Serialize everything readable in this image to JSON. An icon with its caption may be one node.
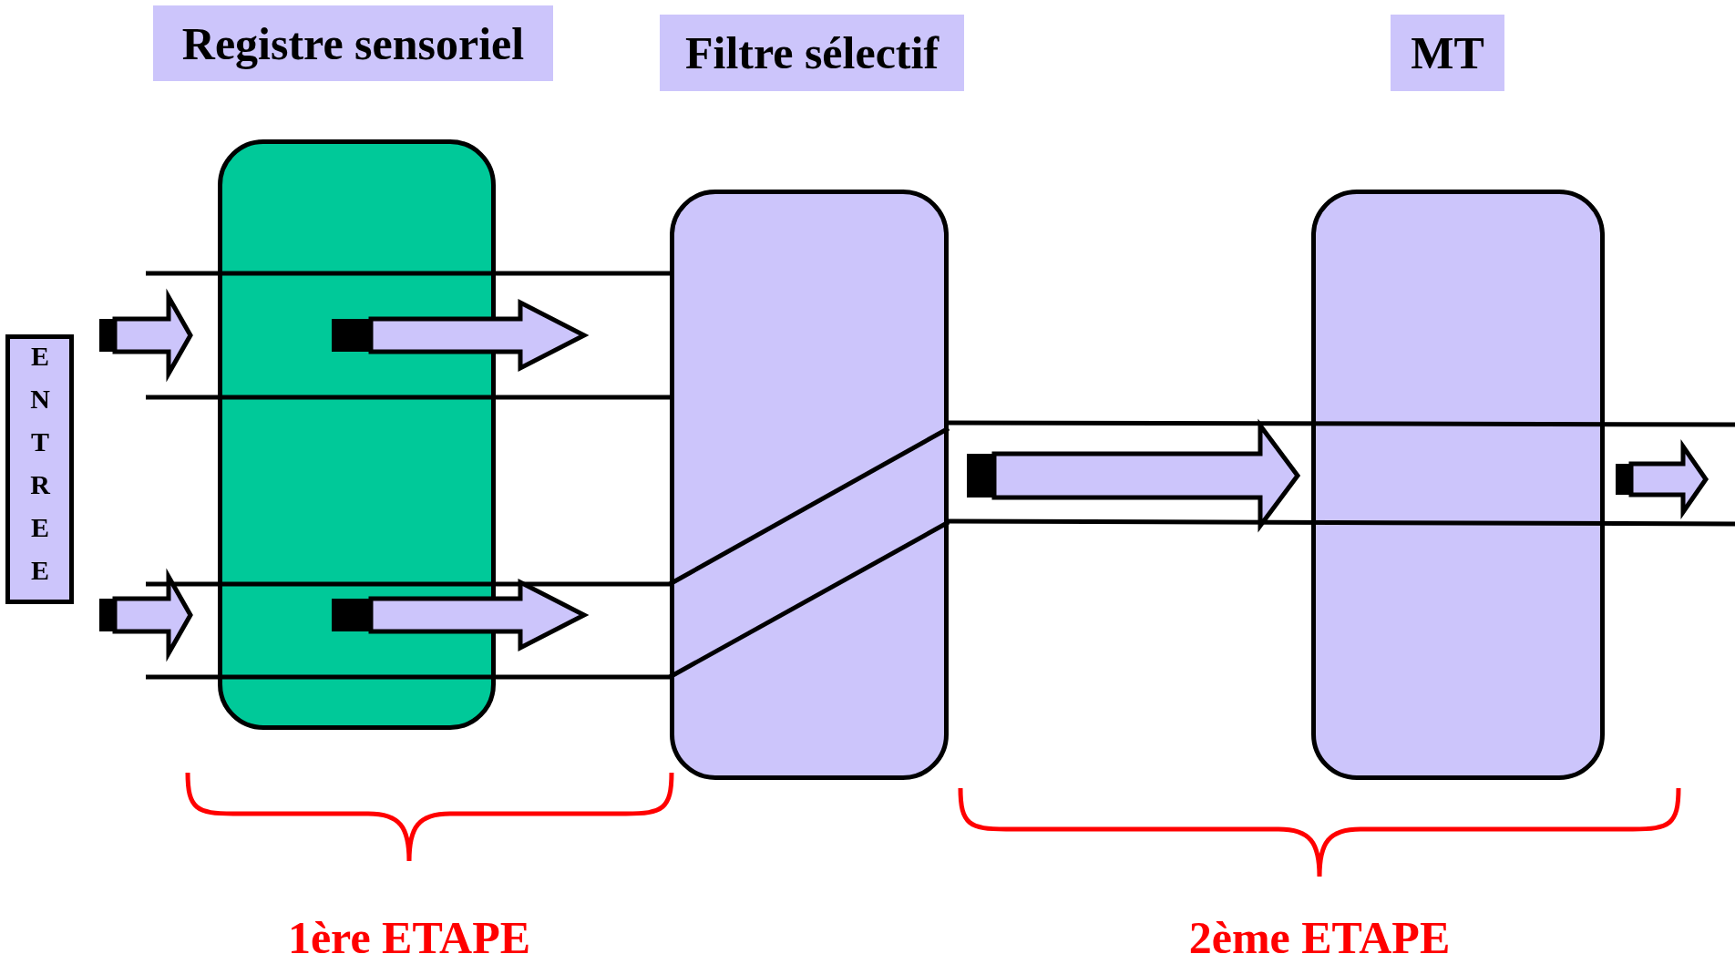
{
  "diagram": {
    "nodes": [
      {
        "text": [
          "ENTREE"
        ]
      },
      {
        "text": [
          "Registre sensoriel"
        ]
      },
      {
        "text": [
          "Filtre sélectif"
        ]
      },
      {
        "text": [
          "MT"
        ]
      }
    ],
    "edges": [
      {
        "from": 0,
        "to": 1,
        "arrow": "to"
      },
      {
        "from": 0,
        "to": 1,
        "arrow": "to"
      },
      {
        "from": 1,
        "to": 2,
        "arrow": "to"
      },
      {
        "from": 1,
        "to": 2,
        "arrow": "to"
      },
      {
        "from": 2,
        "to": 3,
        "arrow": "to"
      },
      {
        "from": 3,
        "to": null,
        "arrow": "to"
      }
    ],
    "labels": [
      "1ère ETAPE",
      "2ème ETAPE"
    ]
  }
}
